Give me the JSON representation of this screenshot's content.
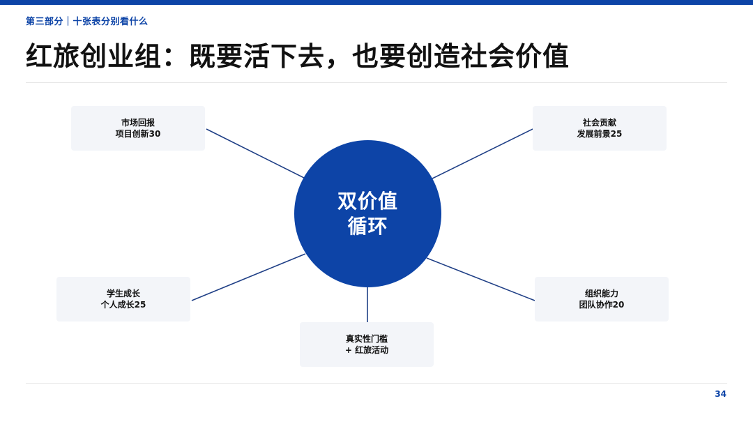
{
  "header": {
    "section_label": "第三部分｜十张表分别看什么",
    "title": "红旅创业组：既要活下去，也要创造社会价值"
  },
  "diagram": {
    "hub": {
      "line1": "双价值",
      "line2": "循环"
    },
    "nodes": [
      {
        "line1": "市场回报",
        "line2": "项目创新30"
      },
      {
        "line1": "社会贡献",
        "line2": "发展前景25"
      },
      {
        "line1": "学生成长",
        "line2": "个人成长25"
      },
      {
        "line1": "组织能力",
        "line2": "团队协作20"
      },
      {
        "line1": "真实性门槛",
        "line2": "+ 红旅活动"
      }
    ]
  },
  "colors": {
    "accent": "#0d44a7",
    "node_bg": "#f3f5f9",
    "connector": "#1f3f86"
  },
  "footer": {
    "page_number": "34"
  }
}
